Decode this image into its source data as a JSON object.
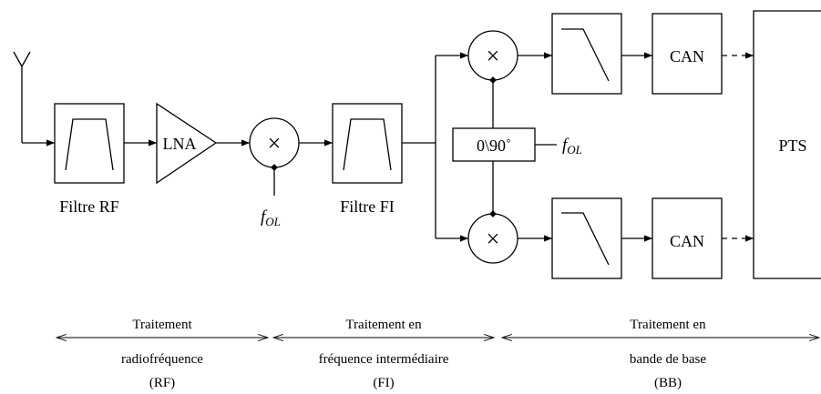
{
  "blocks": {
    "lna": "LNA",
    "can_top": "CAN",
    "can_bottom": "CAN",
    "pts": "PTS",
    "phase_shifter": "0\\90˚",
    "mixer_symbol": "×"
  },
  "signals": {
    "lo_main": {
      "base": "f",
      "sub": "OL"
    },
    "lo_iq": {
      "base": "f",
      "sub": "OL"
    }
  },
  "labels": {
    "filter_rf": "Filtre RF",
    "filter_fi": "Filtre FI"
  },
  "sections": [
    {
      "lines": [
        "Traitement",
        "radiofréquence",
        "(RF)"
      ]
    },
    {
      "lines": [
        "Traitement en",
        "fréquence intermédiaire",
        "(FI)"
      ]
    },
    {
      "lines": [
        "Traitement en",
        "bande de base",
        "(BB)"
      ]
    }
  ]
}
